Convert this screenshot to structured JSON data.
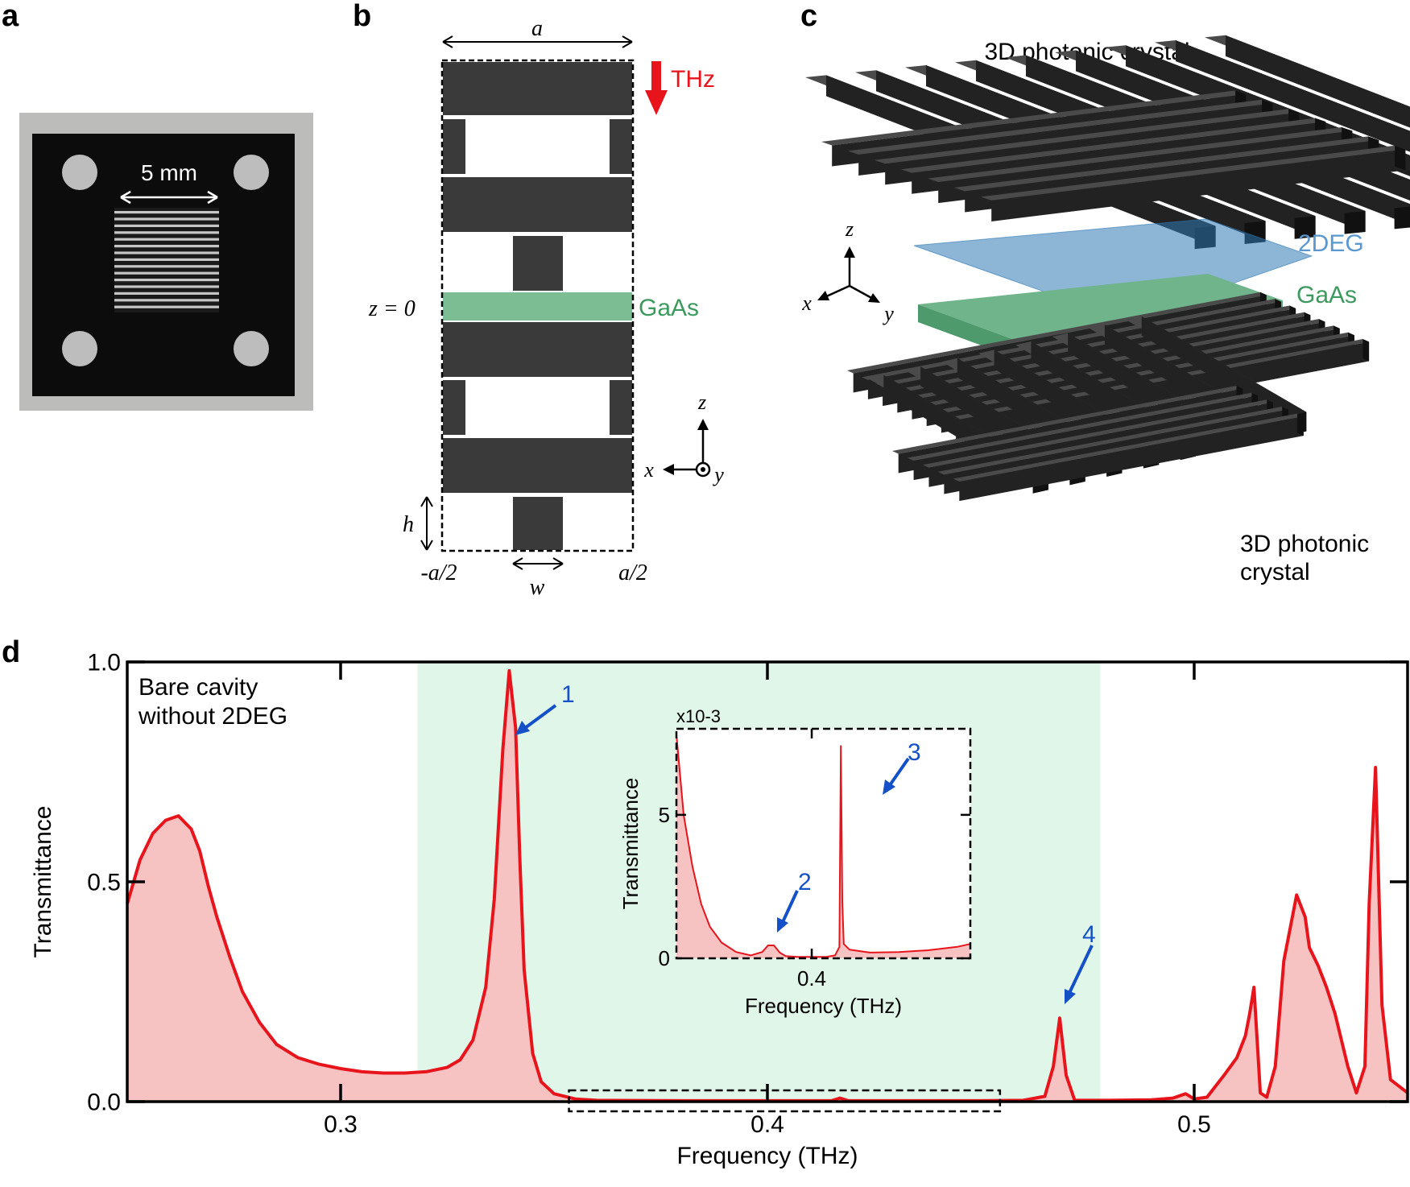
{
  "panels": {
    "a": {
      "letter": "a",
      "scale_label": "5 mm"
    },
    "b": {
      "letter": "b",
      "lattice_label": "a",
      "thz_label": "THz",
      "gaas_label": "GaAs",
      "z0_label": "z = 0",
      "h_label": "h",
      "w_label": "w",
      "left_edge_label": "-a/2",
      "right_edge_label": "a/2",
      "axis_z": "z",
      "axis_x": "x",
      "axis_y": "y"
    },
    "c": {
      "letter": "c",
      "top_label": "3D photonic crystal",
      "twodeg_label": "2DEG",
      "gaas_label": "GaAs",
      "bottom_label_line1": "3D photonic",
      "bottom_label_line2": "crystal",
      "axis_z": "z",
      "axis_x": "x",
      "axis_y": "y"
    },
    "d": {
      "letter": "d",
      "annotation_line1": "Bare cavity",
      "annotation_line2": "without 2DEG",
      "peak_labels": [
        "1",
        "2",
        "3",
        "4"
      ]
    }
  },
  "colors": {
    "curve": "#e8141c",
    "fill": "#f7c2c2",
    "bandgap": "#e0f6e9",
    "arrow_blue": "#1450c8",
    "gaas": "#7dbd94",
    "twodeg": "#6fa3cc",
    "rod": "#3a3a3a",
    "thz_arrow": "#e8141c"
  },
  "chart_data": [
    {
      "type": "area",
      "xlabel": "Frequency (THz)",
      "ylabel": "Transmittance",
      "xlim": [
        0.25,
        0.55
      ],
      "ylim": [
        0.0,
        1.0
      ],
      "xticks": [
        "0.3",
        "0.4",
        "0.5"
      ],
      "yticks": [
        "0.0",
        "0.5",
        "1.0"
      ],
      "bandgap_x": [
        0.318,
        0.478
      ],
      "inset_region_x": [
        0.3535,
        0.4545
      ],
      "grid": false,
      "series": [
        {
          "x": [
            0.25,
            0.253,
            0.256,
            0.259,
            0.262,
            0.265,
            0.267,
            0.269,
            0.271,
            0.274,
            0.277,
            0.281,
            0.285,
            0.29,
            0.295,
            0.3,
            0.305,
            0.31,
            0.315,
            0.32,
            0.325,
            0.328,
            0.331,
            0.334,
            0.336,
            0.338,
            0.3395,
            0.341,
            0.342,
            0.343,
            0.345,
            0.347,
            0.35,
            0.355,
            0.36,
            0.38,
            0.4,
            0.415,
            0.417,
            0.419,
            0.42,
            0.43,
            0.45,
            0.46,
            0.465,
            0.467,
            0.4685,
            0.47,
            0.472,
            0.48,
            0.49,
            0.495,
            0.498,
            0.5,
            0.503,
            0.507,
            0.51,
            0.512,
            0.513,
            0.514,
            0.515,
            0.5155,
            0.517,
            0.519,
            0.521,
            0.524,
            0.526,
            0.527,
            0.529,
            0.531,
            0.533,
            0.536,
            0.538,
            0.54,
            0.541,
            0.5425,
            0.544,
            0.546,
            0.55
          ],
          "y": [
            0.45,
            0.55,
            0.61,
            0.64,
            0.65,
            0.62,
            0.57,
            0.49,
            0.42,
            0.33,
            0.25,
            0.18,
            0.13,
            0.1,
            0.085,
            0.075,
            0.068,
            0.065,
            0.065,
            0.068,
            0.078,
            0.095,
            0.14,
            0.26,
            0.46,
            0.8,
            0.98,
            0.85,
            0.55,
            0.3,
            0.11,
            0.045,
            0.018,
            0.006,
            0.003,
            0.002,
            0.002,
            0.002,
            0.008,
            0.002,
            0.002,
            0.002,
            0.002,
            0.003,
            0.012,
            0.08,
            0.19,
            0.06,
            0.003,
            0.003,
            0.004,
            0.008,
            0.018,
            0.006,
            0.01,
            0.06,
            0.1,
            0.15,
            0.2,
            0.26,
            0.1,
            0.02,
            0.01,
            0.08,
            0.32,
            0.47,
            0.42,
            0.35,
            0.31,
            0.26,
            0.2,
            0.08,
            0.02,
            0.08,
            0.45,
            0.76,
            0.22,
            0.05,
            0.02
          ]
        }
      ]
    },
    {
      "type": "area",
      "xlabel": "Frequency (THz)",
      "ylabel": "Transmittance",
      "exponent_label": "x10-3",
      "xlim": [
        0.3535,
        0.4545
      ],
      "ylim": [
        0,
        8
      ],
      "xticks": [
        "0.4"
      ],
      "yticks": [
        "0",
        "5"
      ],
      "grid": false,
      "series": [
        {
          "x": [
            0.3535,
            0.356,
            0.359,
            0.362,
            0.365,
            0.369,
            0.374,
            0.379,
            0.383,
            0.385,
            0.387,
            0.389,
            0.391,
            0.395,
            0.4,
            0.405,
            0.408,
            0.4095,
            0.41,
            0.4105,
            0.411,
            0.413,
            0.42,
            0.43,
            0.44,
            0.45,
            0.4545
          ],
          "y": [
            7.8,
            5.0,
            3.2,
            1.9,
            1.1,
            0.55,
            0.22,
            0.1,
            0.22,
            0.45,
            0.45,
            0.2,
            0.08,
            0.05,
            0.05,
            0.05,
            0.1,
            0.4,
            7.4,
            2.0,
            0.5,
            0.3,
            0.2,
            0.22,
            0.28,
            0.4,
            0.5
          ]
        }
      ]
    }
  ]
}
